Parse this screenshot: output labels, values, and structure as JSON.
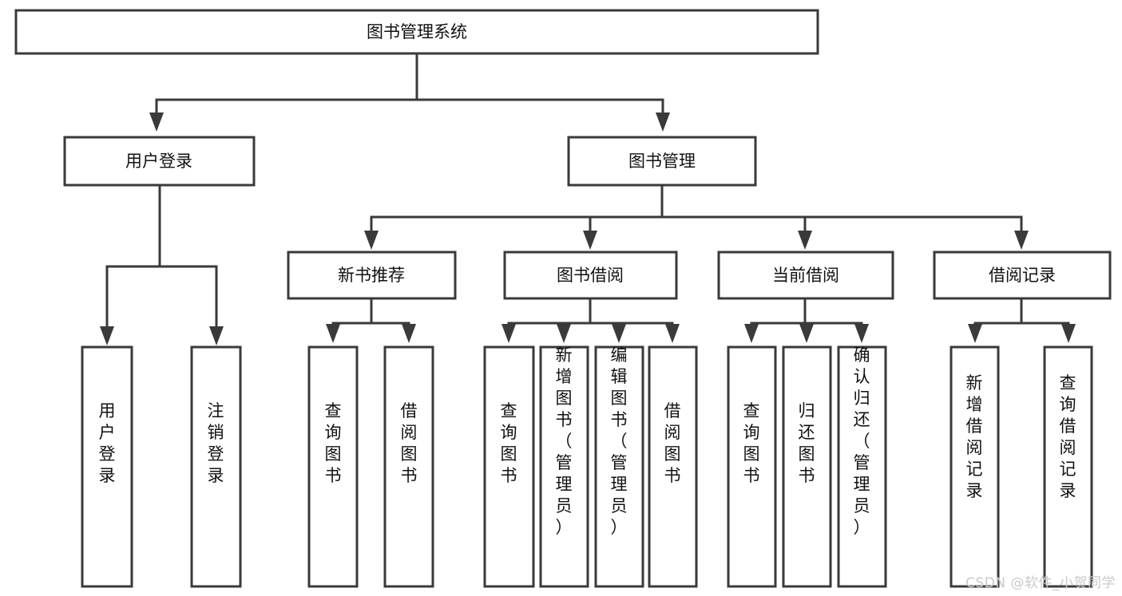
{
  "diagram": {
    "type": "tree-flowchart",
    "title": "图书管理系统",
    "colors": {
      "box_stroke": "#3a3a3a",
      "box_fill": "#ffffff",
      "text": "#111111",
      "connector": "#3a3a3a",
      "watermark": "#c9c9c9"
    },
    "root": {
      "label": "图书管理系统"
    },
    "level2": [
      {
        "label": "用户登录"
      },
      {
        "label": "图书管理"
      }
    ],
    "level3": [
      {
        "label": "新书推荐"
      },
      {
        "label": "图书借阅"
      },
      {
        "label": "当前借阅"
      },
      {
        "label": "借阅记录"
      }
    ],
    "leaves": {
      "user_login": [
        {
          "label": "用户登录"
        },
        {
          "label": "注销登录"
        }
      ],
      "new_book_recommend": [
        {
          "label": "查询图书"
        },
        {
          "label": "借阅图书"
        }
      ],
      "book_borrow": [
        {
          "label": "查询图书"
        },
        {
          "label": "新增图书（管理员）"
        },
        {
          "label": "编辑图书（管理员）"
        },
        {
          "label": "借阅图书"
        }
      ],
      "current_borrow": [
        {
          "label": "查询图书"
        },
        {
          "label": "归还图书"
        },
        {
          "label": "确认归还（管理员）"
        }
      ],
      "borrow_record": [
        {
          "label": "新增借阅记录"
        },
        {
          "label": "查询借阅记录"
        }
      ]
    }
  },
  "watermark": {
    "text": "CSDN @软件_小贺同学"
  }
}
